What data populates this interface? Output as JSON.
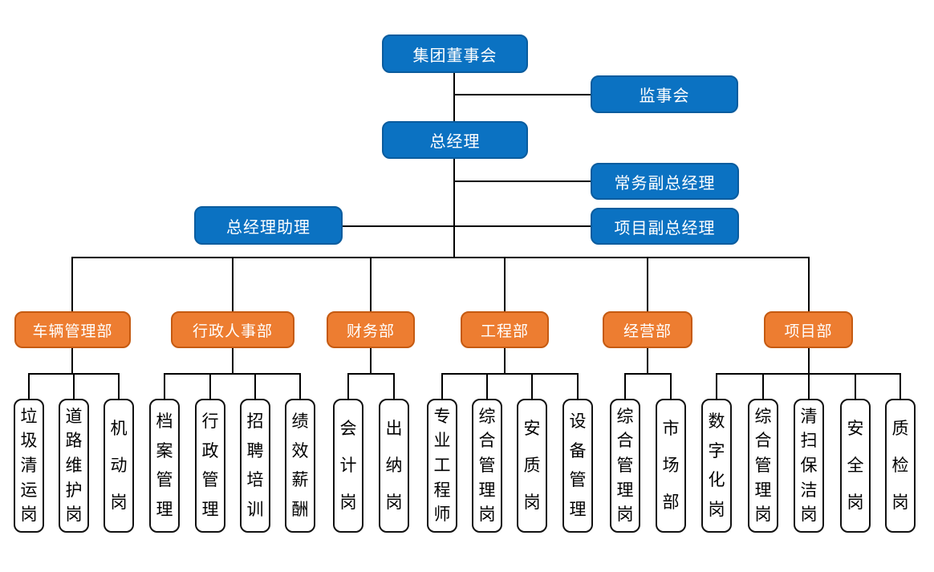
{
  "chart_title": "",
  "colors": {
    "executive_fill": "#0B72C2",
    "executive_border": "#0A5C9E",
    "department_fill": "#ED7D31",
    "department_border": "#C55A11",
    "position_fill": "#FFFFFF",
    "position_border": "#111111",
    "connector_line": "#000000",
    "text_on_color": "#FFFFFF",
    "position_text": "#000000",
    "background": "#FFFFFF"
  },
  "executives": {
    "board": "集团董事会",
    "supervisory_board": "监事会",
    "general_manager": "总经理",
    "executive_deputy_gm": "常务副总经理",
    "project_deputy_gm": "项目副总经理",
    "gm_assistant": "总经理助理"
  },
  "departments": [
    {
      "label": "车辆管理部",
      "positions": [
        "垃圾清运岗",
        "道路维护岗",
        "机动岗"
      ]
    },
    {
      "label": "行政人事部",
      "positions": [
        "档案管理",
        "行政管理",
        "招聘培训",
        "绩效薪酬"
      ]
    },
    {
      "label": "财务部",
      "positions": [
        "会计岗",
        "出纳岗"
      ]
    },
    {
      "label": "工程部",
      "positions": [
        "专业工程师",
        "综合管理岗",
        "安质岗",
        "设备管理"
      ]
    },
    {
      "label": "经营部",
      "positions": [
        "综合管理岗",
        "市场部"
      ]
    },
    {
      "label": "项目部",
      "positions": [
        "数字化岗",
        "综合管理岗",
        "清扫保洁岗",
        "安全岗",
        "质检岗"
      ]
    }
  ]
}
